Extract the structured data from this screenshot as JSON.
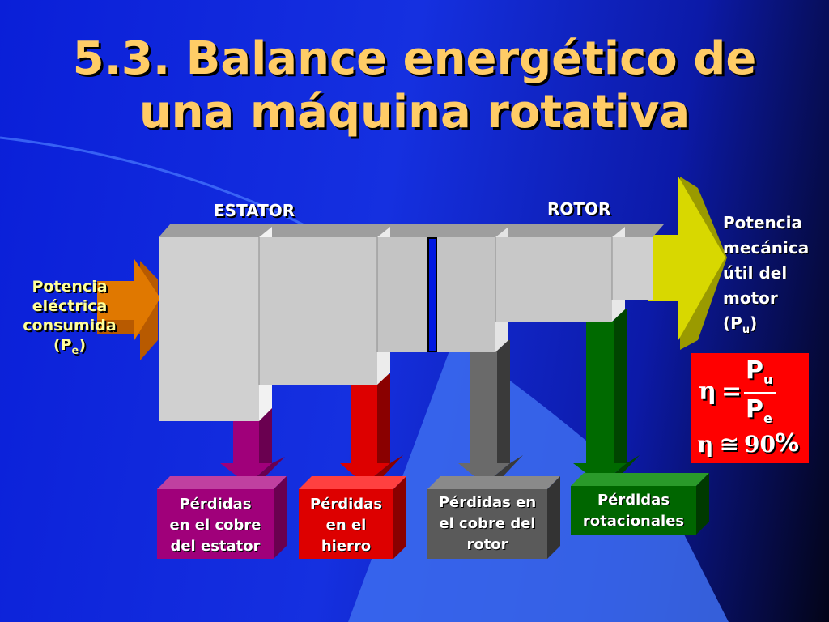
{
  "title": {
    "line1": "5.3. Balance energético de",
    "line2": "una máquina rotativa"
  },
  "diagram": {
    "section_stator": "ESTATOR",
    "section_rotor": "ROTOR",
    "input": {
      "line1": "Potencia",
      "line2": "eléctrica",
      "line3": "consumida",
      "symbol_open": "(P",
      "symbol_sub": "e",
      "symbol_close": ")"
    },
    "output": {
      "line1": "Potencia",
      "line2": "mecánica",
      "line3": "útil del",
      "line4": "motor",
      "symbol_open": "(P",
      "symbol_sub": "u",
      "symbol_close": ")"
    },
    "losses": [
      {
        "line1": "Pérdidas",
        "line2": "en el cobre",
        "line3": "del estator",
        "color": "#a0007a"
      },
      {
        "line1": "Pérdidas",
        "line2": "en el",
        "line3": "hierro",
        "color": "#dd0000"
      },
      {
        "line1": "Pérdidas en",
        "line2": "el cobre del",
        "line3": "rotor",
        "color": "#5a5a5a"
      },
      {
        "line1": "Pérdidas",
        "line2": "rotacionales",
        "color": "#006600"
      }
    ],
    "colors": {
      "flow": "#c8c8c8",
      "input_arrow": "#e07800",
      "output_arrow": "#d8d800",
      "air_gap": "#0018e0",
      "formula_bg": "#ff0000",
      "title": "#ffcc66"
    }
  },
  "formula": {
    "eta": "η",
    "equals": "=",
    "numerator": "P",
    "numerator_sub": "u",
    "denominator": "P",
    "denominator_sub": "e",
    "approx_eta": "η",
    "approx_symbol": "≅",
    "approx_value": "90",
    "approx_unit": "%"
  }
}
